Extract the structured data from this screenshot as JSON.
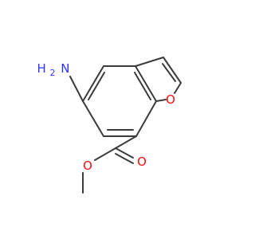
{
  "molecule": {
    "atoms": {
      "amine_n": {
        "symbol": "N",
        "label": "H",
        "sub": "2",
        "color": "#3333ff"
      },
      "ring_o": {
        "symbol": "O",
        "color": "#ff0d0d"
      },
      "carbonyl_o": {
        "symbol": "O",
        "color": "#ff0d0d"
      },
      "ester_o": {
        "symbol": "O",
        "color": "#ff0d0d"
      }
    },
    "bond_color": "#3c3c3c"
  }
}
